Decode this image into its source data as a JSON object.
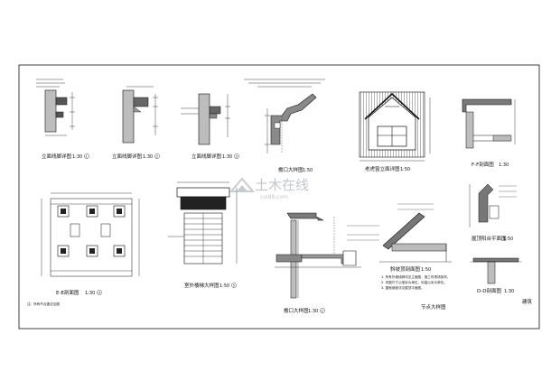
{
  "drawing": {
    "watermark": "土木在线",
    "watermark_sub": "coi88.com",
    "sheet_code": "建筑",
    "sheet_name": "节点大样图"
  },
  "details": {
    "d1": {
      "title": "立面线脚详图",
      "scale": "1:30",
      "index": "1"
    },
    "d2": {
      "title": "立面线脚详图",
      "scale": "1:30",
      "index": "2"
    },
    "d3": {
      "title": "立面线脚详图",
      "scale": "1:30",
      "index": "3"
    },
    "d4": {
      "title": "檐口大样图",
      "scale": "1:50"
    },
    "d5": {
      "title": "老虎窗立面详图",
      "scale": "1:50"
    },
    "d6": {
      "title": "F-F剖面图",
      "scale": "1:30"
    },
    "d7": {
      "title": "E-E剖面图",
      "scale": "1:30",
      "index": "4"
    },
    "d8": {
      "title": "室外楼梯大样图",
      "scale": "1:50",
      "index": "5"
    },
    "d9": {
      "title": "檐口大样图",
      "scale": "1:30",
      "index": "2"
    },
    "d10": {
      "title": "斜坡顶剖面图",
      "scale": "1:50"
    },
    "d11": {
      "title": "屋顶阳台平面图",
      "scale": "1:50"
    },
    "d12": {
      "title": "D-D剖面图",
      "scale": "1:30"
    }
  },
  "notes": [
    "1. 所有外墙线脚详见立面图，施工时现场放样。",
    "2. 本图尺寸以毫米为单位，标高以米为单位。",
    "3. 屋面坡度详见屋顶平面图。"
  ],
  "footnote": "注：所有节点做法见图",
  "colors": {
    "ink": "#111111",
    "paper": "#ffffff",
    "watermark": "#9aa3ab"
  }
}
